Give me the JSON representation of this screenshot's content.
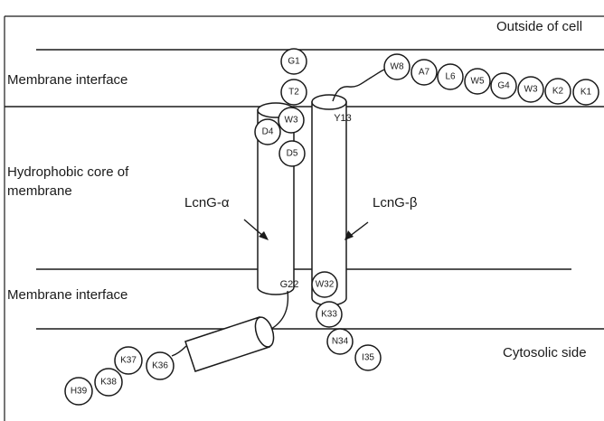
{
  "regions": {
    "outside": "Outside of cell",
    "membrane_interface_top": "Membrane interface",
    "hydrophobic_core_line1": "Hydrophobic core of",
    "hydrophobic_core_line2": "membrane",
    "membrane_interface_bottom": "Membrane interface",
    "cytosolic": "Cytosolic side"
  },
  "helices": {
    "alpha_label": "LcnG-α",
    "beta_label": "LcnG-β",
    "alpha_end_residue": "G22",
    "beta_start_residue": "Y13"
  },
  "residues": {
    "alpha_n_term": [
      "G1",
      "T2",
      "W3",
      "D4",
      "D5"
    ],
    "beta_n_term": [
      "W8",
      "A7",
      "L6",
      "W5",
      "G4",
      "W3",
      "K2",
      "K1"
    ],
    "beta_c_term": [
      "W32",
      "K33",
      "N34",
      "I35"
    ],
    "alpha_c_term": [
      "K36",
      "K37",
      "K38",
      "H39"
    ]
  }
}
